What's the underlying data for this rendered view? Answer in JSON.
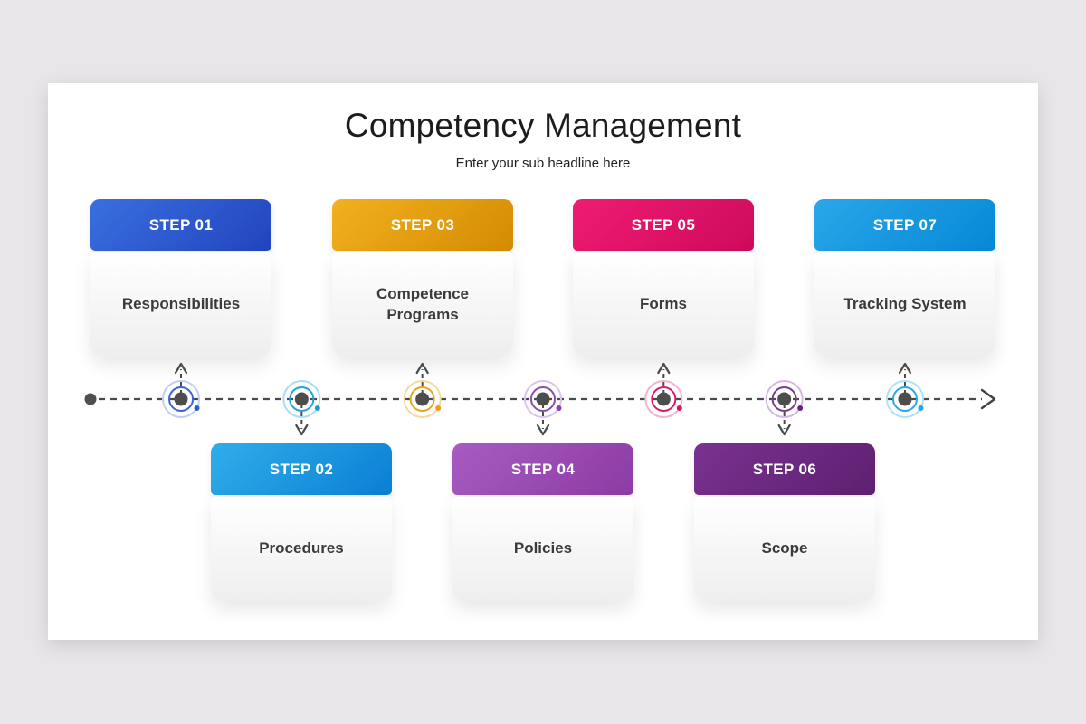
{
  "slide": {
    "title": "Competency Management",
    "subtitle": "Enter your sub headline here"
  },
  "steps": [
    {
      "step_label": "STEP 01",
      "name": "Responsibilities",
      "position": "top",
      "colors": {
        "header_from": "#3A6FE0",
        "header_to": "#2244BE",
        "ring": "#3A63D6",
        "ring_light": "#BDD0F1",
        "dot": "#2E5BD0"
      }
    },
    {
      "step_label": "STEP 02",
      "name": "Procedures",
      "position": "bottom",
      "colors": {
        "header_from": "#2FAEEA",
        "header_to": "#0B7FD4",
        "ring": "#21A2E2",
        "ring_light": "#A8DCF5",
        "dot": "#1E9AE0"
      }
    },
    {
      "step_label": "STEP 03",
      "name": "Competence Programs",
      "position": "top",
      "colors": {
        "header_from": "#F2B11F",
        "header_to": "#D48B02",
        "ring": "#E7A71C",
        "ring_light": "#F6D99E",
        "dot": "#ED9F12"
      }
    },
    {
      "step_label": "STEP 04",
      "name": "Policies",
      "position": "bottom",
      "colors": {
        "header_from": "#A85BC2",
        "header_to": "#8B3CA4",
        "ring": "#8F4BA8",
        "ring_light": "#DCC3E8",
        "dot": "#8E3FAD"
      }
    },
    {
      "step_label": "STEP 05",
      "name": "Forms",
      "position": "top",
      "colors": {
        "header_from": "#EF1C72",
        "header_to": "#CE0A5C",
        "ring": "#E0196D",
        "ring_light": "#F5B2CD",
        "dot": "#E01060"
      }
    },
    {
      "step_label": "STEP 06",
      "name": "Scope",
      "position": "bottom",
      "colors": {
        "header_from": "#7A3290",
        "header_to": "#5E2070",
        "ring": "#7A3A8E",
        "ring_light": "#D5B8DE",
        "dot": "#6B2380"
      }
    },
    {
      "step_label": "STEP 07",
      "name": "Tracking System",
      "position": "top",
      "colors": {
        "header_from": "#2AA7E9",
        "header_to": "#0688D6",
        "ring": "#29A7E8",
        "ring_light": "#AEE2F8",
        "dot": "#1BA7EC"
      }
    }
  ],
  "timeline": {
    "line_color": "#4A4A4A",
    "node_center_color": "#4D4D4D",
    "start_dot_color": "#4F4F4F",
    "arrow_color": "#3F3F3F"
  }
}
